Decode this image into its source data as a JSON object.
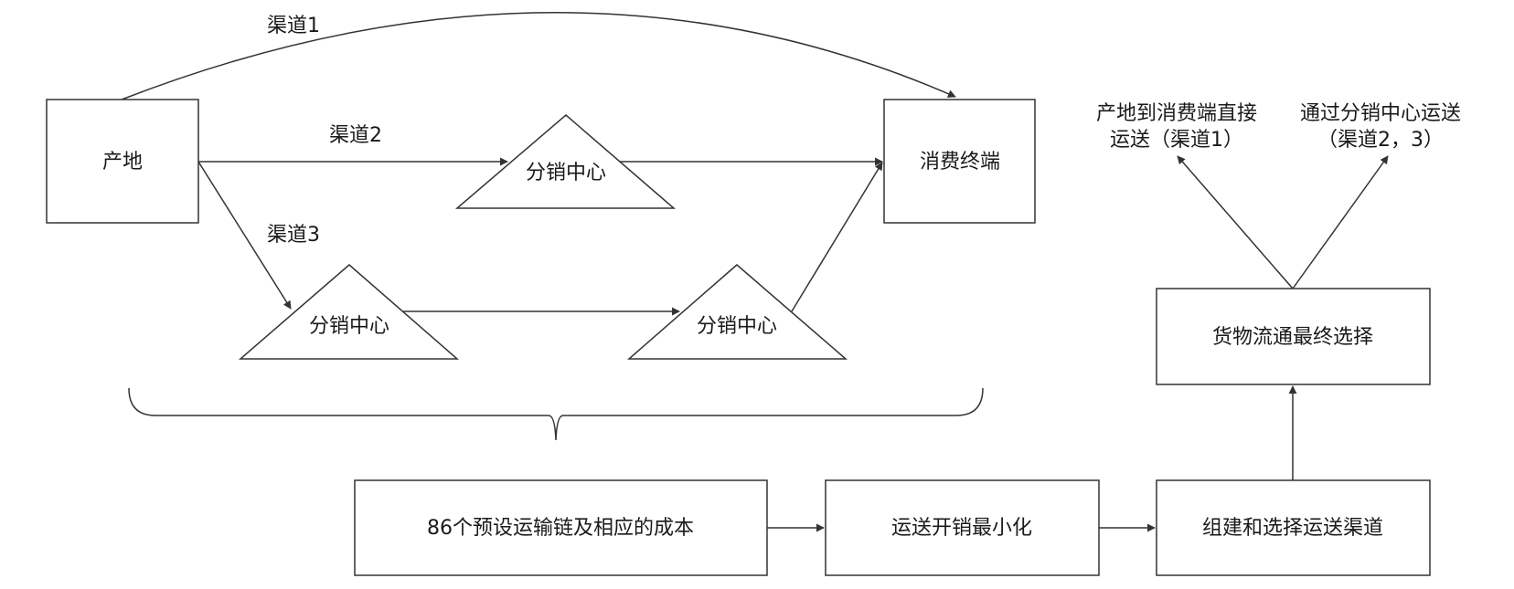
{
  "nodes": {
    "origin": "产地",
    "consumer": "消费终端",
    "dc_top": "分销中心",
    "dc_left": "分销中心",
    "dc_right": "分销中心",
    "final_choice": "货物流通最终选择",
    "preset_chains": "86个预设运输链及相应的成本",
    "minimize_cost": "运送开销最小化",
    "build_select": "组建和选择运送渠道"
  },
  "channels": {
    "ch1": "渠道1",
    "ch2": "渠道2",
    "ch3": "渠道3"
  },
  "outcomes": {
    "direct_line1": "产地到消费端直接",
    "direct_line2": "运送（渠道1）",
    "via_dc_line1": "通过分销中心运送",
    "via_dc_line2": "（渠道2，3）"
  },
  "colors": {
    "stroke": "#333333",
    "text": "#1a1a1a",
    "background": "#ffffff"
  }
}
